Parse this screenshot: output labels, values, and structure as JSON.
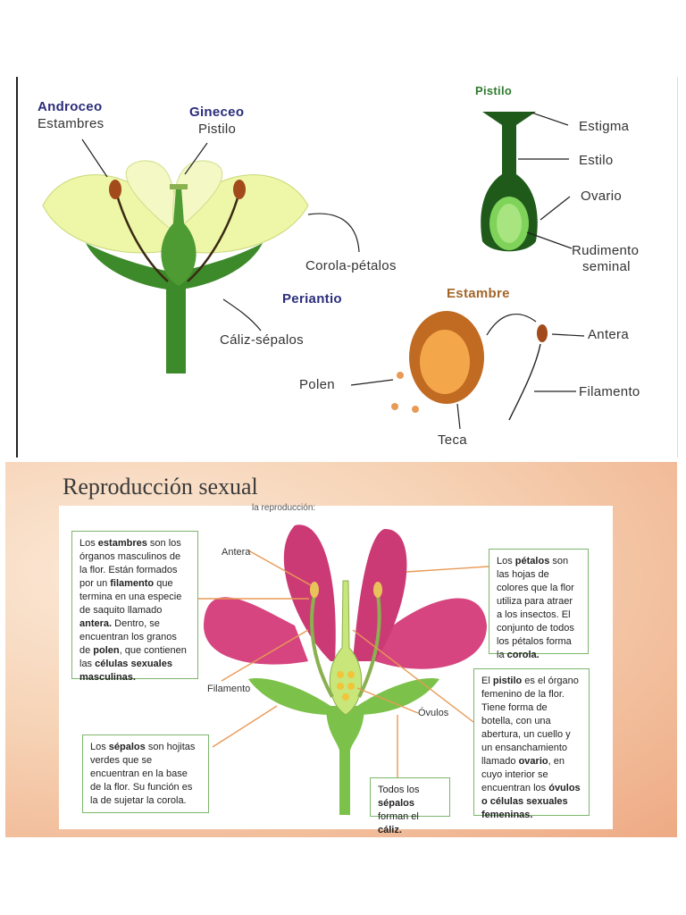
{
  "top_diagram": {
    "androceo_title": "Androceo",
    "androceo_sub": "Estambres",
    "gineceo_title": "Gineceo",
    "gineceo_sub": "Pistilo",
    "corola": "Corola-pétalos",
    "periantio": "Periantio",
    "caliz": "Cáliz-sépalos",
    "pistilo_title": "Pistilo",
    "estigma": "Estigma",
    "estilo": "Estilo",
    "ovario": "Ovario",
    "rudimento_1": "Rudimento",
    "rudimento_2": "seminal",
    "estambre_title": "Estambre",
    "antera": "Antera",
    "polen": "Polen",
    "filamento": "Filamento",
    "teca": "Teca",
    "colors": {
      "petal": "#eef6a8",
      "stem": "#3d8a2a",
      "anther": "#a24a1a",
      "pistil": "#1f5a1a"
    }
  },
  "slide": {
    "title": "Reproducción sexual",
    "caption": "la reproducción:",
    "labels": {
      "antera": "Antera",
      "filamento": "Filamento",
      "ovulos": "Óvulos"
    },
    "boxes": {
      "estambres": {
        "t1": "Los ",
        "b1": "estambres",
        "t2": " son los órganos masculinos de la flor. Están formados por un ",
        "b2": "filamento",
        "t3": " que termina en una especie de saquito llamado ",
        "b3": "antera.",
        "t4": " Dentro, se encuentran los granos de ",
        "b4": "polen",
        "t5": ", que contienen las ",
        "b5": "células sexuales masculinas."
      },
      "petalos": {
        "t1": "Los ",
        "b1": "pétalos",
        "t2": " son las hojas de colores que la flor utiliza para atraer a los insectos. El conjunto de todos los pétalos forma la ",
        "b2": "corola."
      },
      "pistilo": {
        "t1": "El ",
        "b1": "pistilo",
        "t2": " es el órgano femenino de la flor. Tiene forma de botella, con una abertura, un cuello y un ensanchamiento llamado ",
        "b2": "ovario",
        "t3": ", en cuyo interior se encuentran los ",
        "b3": "óvulos o células sexuales femeninas."
      },
      "sepalos": {
        "t1": "Los ",
        "b1": "sépalos",
        "t2": " son hojitas verdes que se encuentran en la base de la flor. Su función es la de sujetar la corola."
      },
      "caliz": {
        "t1": "Todos los ",
        "b1": "sépalos",
        "t2": " forman el ",
        "b2": "cáliz."
      }
    },
    "colors": {
      "petal": "#d6457f",
      "sepal": "#7cc24a",
      "box_border": "#7cb66b"
    }
  }
}
